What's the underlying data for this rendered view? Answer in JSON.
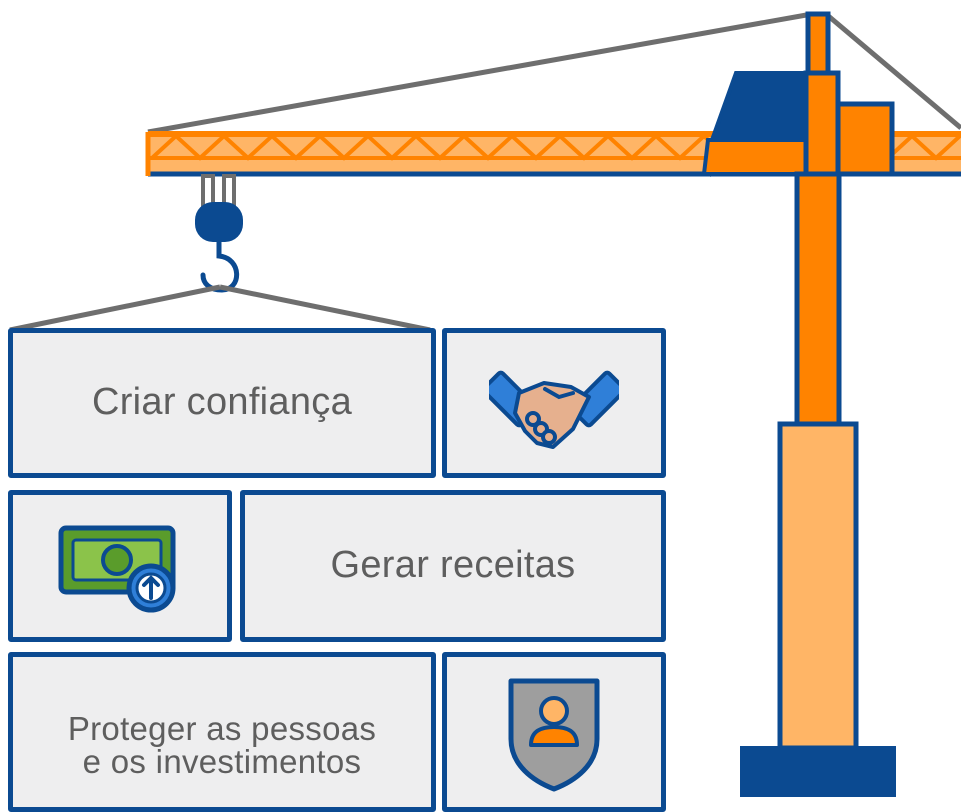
{
  "blocks": {
    "trust_label": "Criar confiança",
    "revenue_label": "Gerar receitas",
    "protect_label_line1": "Proteger as pessoas",
    "protect_label_line2": "e os investimentos"
  },
  "icons": {
    "trust": "handshake-icon",
    "revenue": "money-growth-icon",
    "protect": "shield-person-icon"
  },
  "colors": {
    "crane_orange": "#ff8300",
    "crane_light_orange": "#ffb566",
    "navy": "#0b4a91",
    "cable_gray": "#6e6e6e",
    "block_fill": "#eeeeef",
    "text_gray": "#5e5e5e",
    "money_green": "#5a9c2b"
  }
}
